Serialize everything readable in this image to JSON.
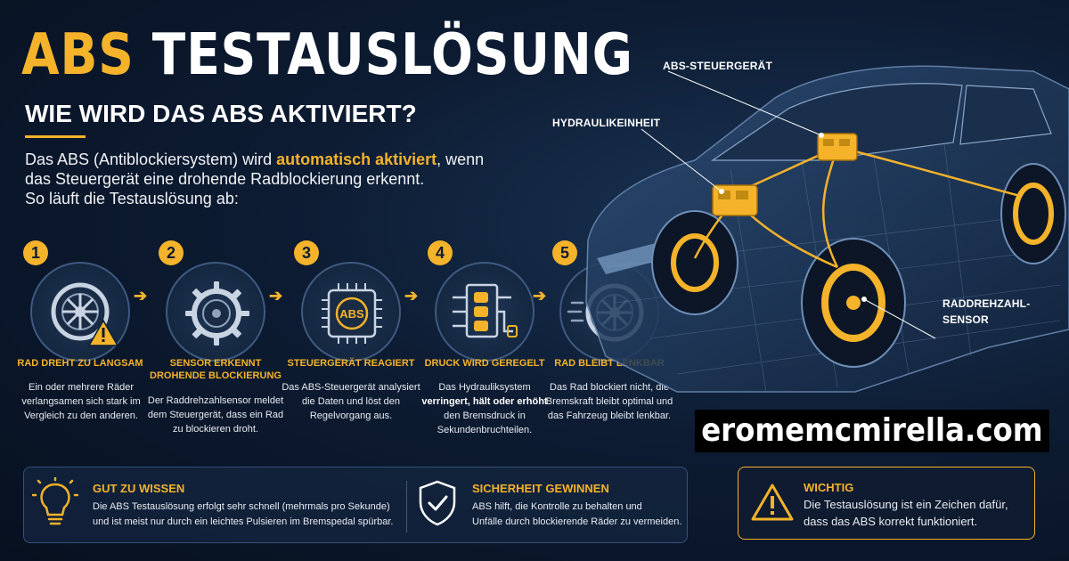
{
  "header": {
    "title_accent": "ABS",
    "title_rest": "TESTAUSLÖSUNG",
    "subtitle": "WIE WIRD DAS ABS AKTIVIERT?"
  },
  "intro": {
    "part1": "Das ABS (Antiblockiersystem) wird ",
    "highlight": "automatisch aktiviert",
    "part2": ", wenn das Steuergerät eine drohende Radblockierung erkennt.",
    "line3": "So läuft die Testauslösung ab:"
  },
  "steps": [
    {
      "number": "1",
      "title": "RAD DREHT ZU LANGSAM",
      "desc": "Ein oder mehrere Räder verlangsamen sich stark im Vergleich zu den anderen.",
      "icon": "wheel-warning-icon"
    },
    {
      "number": "2",
      "title_line1": "SENSOR ERKENNT",
      "title_line2": "DROHENDE BLOCKIERUNG",
      "desc": "Der Raddrehzahlsensor meldet dem Steuergerät, dass ein Rad zu blockieren droht.",
      "icon": "sensor-ring-icon"
    },
    {
      "number": "3",
      "title": "STEUERGERÄT REAGIERT",
      "chip_label": "ABS",
      "desc": "Das ABS-Steuergerät analysiert die Daten und löst den Regelvorgang aus.",
      "icon": "abs-chip-icon"
    },
    {
      "number": "4",
      "title": "DRUCK WIRD GEREGELT",
      "desc_pre": "Das Hydrauliksystem ",
      "desc_bold": "verringert, hält oder erhöht",
      "desc_post": " den Bremsdruck in Sekundenbruchteilen.",
      "icon": "hydraulic-valve-icon"
    },
    {
      "number": "5",
      "title": "RAD BLEIBT LENKBAR",
      "desc": "Das Rad blockiert nicht, die Bremskraft bleibt optimal und das Fahrzeug bleibt lenkbar.",
      "icon": "wheel-motion-icon"
    }
  ],
  "callouts": {
    "ecu": "ABS-STEUERGERÄT",
    "hydraulic": "HYDRAULIKEINHEIT",
    "sensor_line1": "RADDREHZAHL-",
    "sensor_line2": "SENSOR"
  },
  "watermark": "eromemcmirella.com",
  "info": {
    "good_title": "GUT ZU WISSEN",
    "good_text1": "Die ABS Testauslösung erfolgt sehr schnell (mehrmals pro Sekunde)",
    "good_text2": "und ist meist nur durch ein leichtes Pulsieren im Bremspedal spürbar.",
    "safety_title": "SICHERHEIT GEWINNEN",
    "safety_text1": "ABS hilft, die Kontrolle zu behalten und",
    "safety_text2": "Unfälle durch blockierende Räder zu vermeiden."
  },
  "warning": {
    "title": "WICHTIG",
    "text1": "Die Testauslösung ist ein Zeichen dafür,",
    "text2": "dass das ABS korrekt funktioniert."
  },
  "colors": {
    "accent": "#f4b32a",
    "background": "#0d1c33",
    "text": "#ffffff"
  }
}
